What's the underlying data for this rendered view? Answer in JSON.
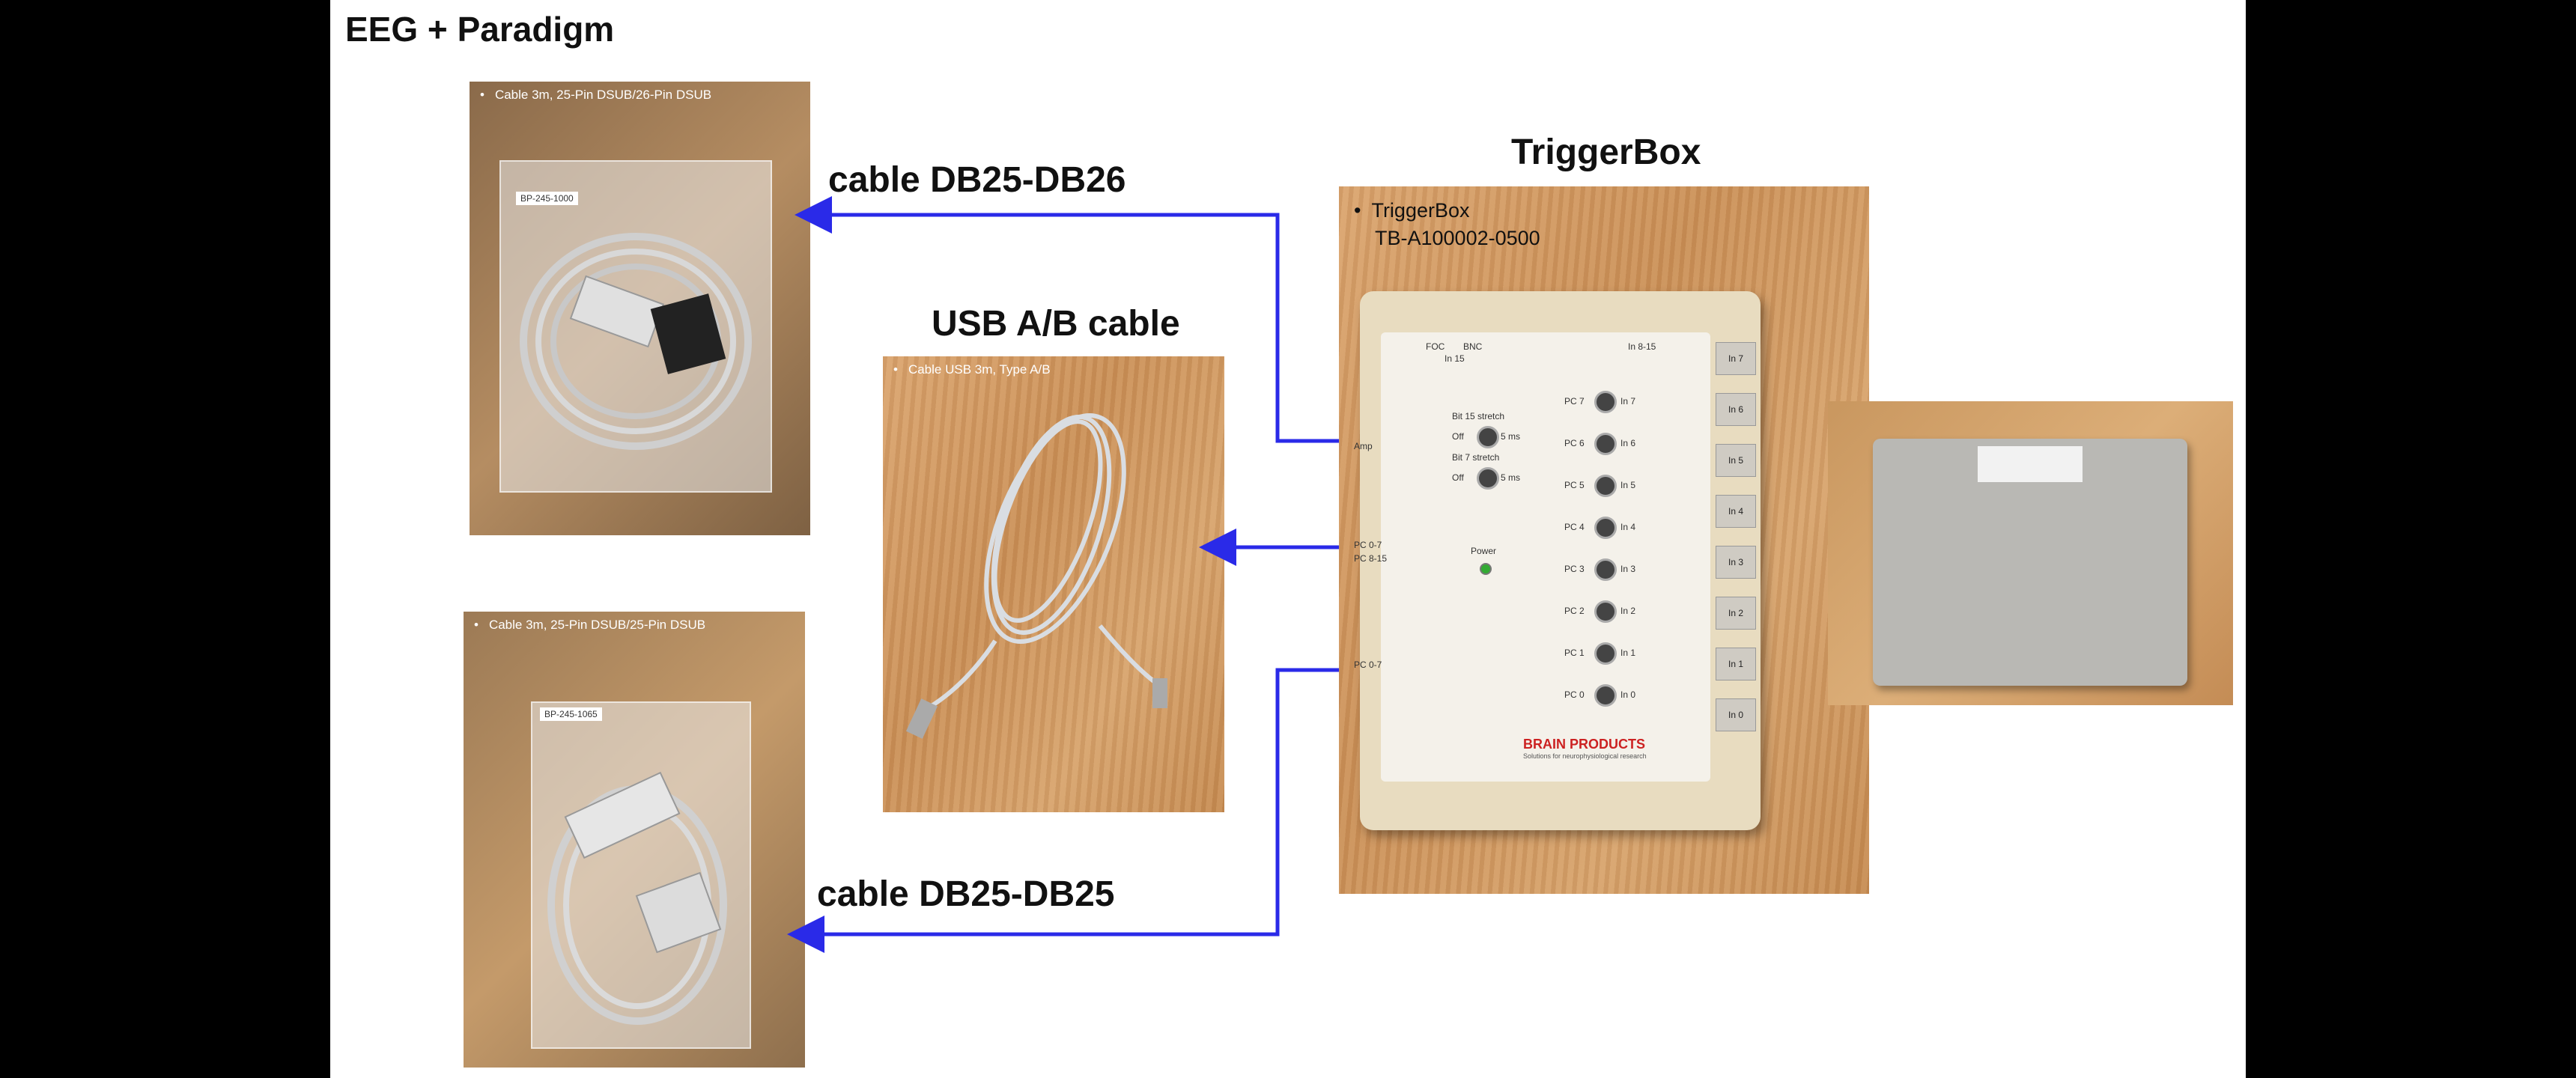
{
  "title": "EEG + Paradigm",
  "headings": {
    "triggerbox": "TriggerBox",
    "usb": "USB A/B cable",
    "db26": "cable DB25-DB26",
    "db25": "cable DB25-DB25"
  },
  "photos": {
    "db26_caption": "Cable 3m, 25-Pin DSUB/26-Pin DSUB",
    "db26_tag": "BP-245-1000",
    "usb_caption": "Cable USB 3m, Type A/B",
    "db25_caption": "Cable 3m, 25-Pin DSUB/25-Pin DSUB",
    "db25_tag": "BP-245-1065",
    "triggerbox_caption_line1": "TriggerBox",
    "triggerbox_caption_line2": "TB-A100002-0500"
  },
  "triggerbox": {
    "top_labels": [
      "FOC",
      "BNC",
      "In 15",
      "In 8-15"
    ],
    "amp": "Amp",
    "usb_labels": [
      "PC 0-7",
      "PC 8-15"
    ],
    "pc_lower": "PC 0-7",
    "bit15": "Bit 15 stretch",
    "bit7": "Bit 7 stretch",
    "off": "Off",
    "ms": "5 ms",
    "power": "Power",
    "pcs": [
      "PC 7",
      "PC 6",
      "PC 5",
      "PC 4",
      "PC 3",
      "PC 2",
      "PC 1",
      "PC 0"
    ],
    "ins": [
      "In 7",
      "In 6",
      "In 5",
      "In 4",
      "In 3",
      "In 2",
      "In 1",
      "In 0"
    ],
    "buttons": [
      "In 7",
      "In 6",
      "In 5",
      "In 4",
      "In 3",
      "In 2",
      "In 1",
      "In 0"
    ],
    "logo": "BRAIN PRODUCTS",
    "logo_sub": "Solutions for neurophysiological research"
  },
  "colors": {
    "arrow": "#2a2ae8",
    "wood": "#d09a63"
  }
}
